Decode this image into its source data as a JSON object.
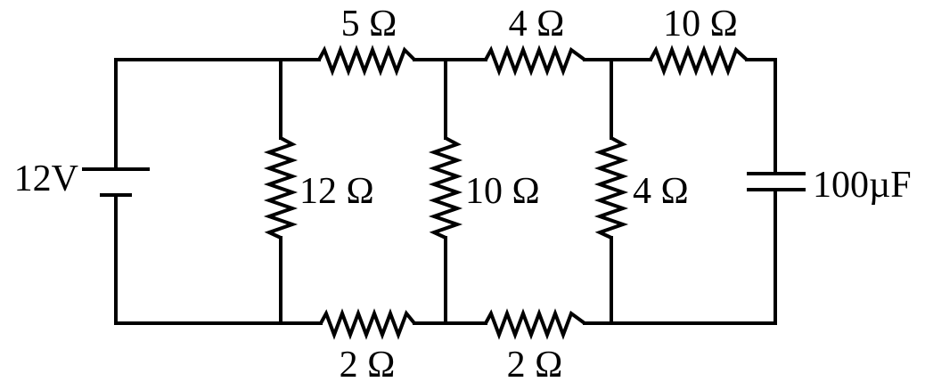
{
  "circuit": {
    "source": {
      "label": "12V"
    },
    "capacitor": {
      "label": "100µF"
    },
    "resistors": {
      "top_1": "5 Ω",
      "top_2": "4 Ω",
      "top_3": "10 Ω",
      "shunt_1": "12 Ω",
      "shunt_2": "10 Ω",
      "shunt_3": "4 Ω",
      "bottom_1": "2 Ω",
      "bottom_2": "2 Ω"
    }
  }
}
